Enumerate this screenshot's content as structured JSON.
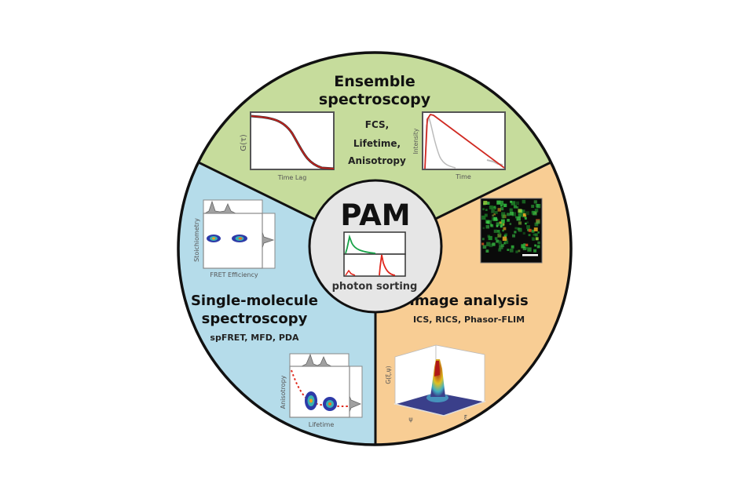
{
  "center": {
    "title": "PAM",
    "caption": "photon sorting",
    "channel_colors": [
      "#1aa34a",
      "#e0261c"
    ]
  },
  "sections": {
    "ensemble": {
      "title_line1": "Ensemble",
      "title_line2": "spectroscopy",
      "methods": [
        "FCS,",
        "Lifetime,",
        "Anisotropy"
      ],
      "color": "#c6dc9c",
      "fcs_plot": {
        "ylabel": "G(τ)",
        "xlabel": "Time Lag"
      },
      "lifetime_plot": {
        "ylabel": "Intensity",
        "xlabel": "Time"
      }
    },
    "single_molecule": {
      "title_line1": "Single-molecule",
      "title_line2": "spectroscopy",
      "methods": "spFRET, MFD, PDA",
      "color": "#b5dcea",
      "fret_plot": {
        "ylabel": "Stoichiometry",
        "xlabel": "FRET Efficiency"
      },
      "aniso_plot": {
        "ylabel": "Anisotropy",
        "xlabel": "Lifetime"
      }
    },
    "image": {
      "title": "Image analysis",
      "methods": "ICS, RICS, Phasor-FLIM",
      "color": "#f8cd94",
      "surface_plot": {
        "zlabel": "G(ξ,ψ)",
        "xlabel": "ξ",
        "ylabel": "ψ"
      }
    }
  },
  "colors": {
    "outline": "#111111",
    "center_fill": "#e6e6e6",
    "fit_red": "#c0201c",
    "hist_gray": "#9a9a9a"
  }
}
